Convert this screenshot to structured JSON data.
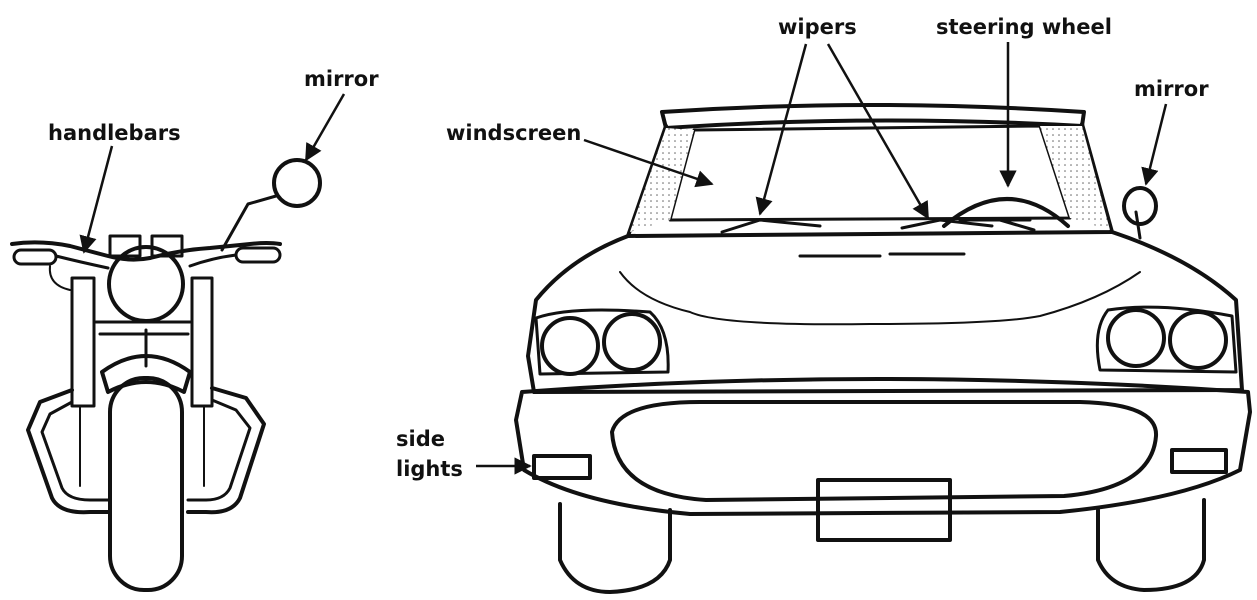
{
  "labels": {
    "handlebars": "handlebars",
    "mirror_motorbike": "mirror",
    "windscreen": "windscreen",
    "wipers": "wipers",
    "steering_wheel": "steering wheel",
    "mirror_car": "mirror",
    "side_lights_line1": "side",
    "side_lights_line2": "lights"
  },
  "colors": {
    "ink": "#111111",
    "background": "#ffffff"
  }
}
